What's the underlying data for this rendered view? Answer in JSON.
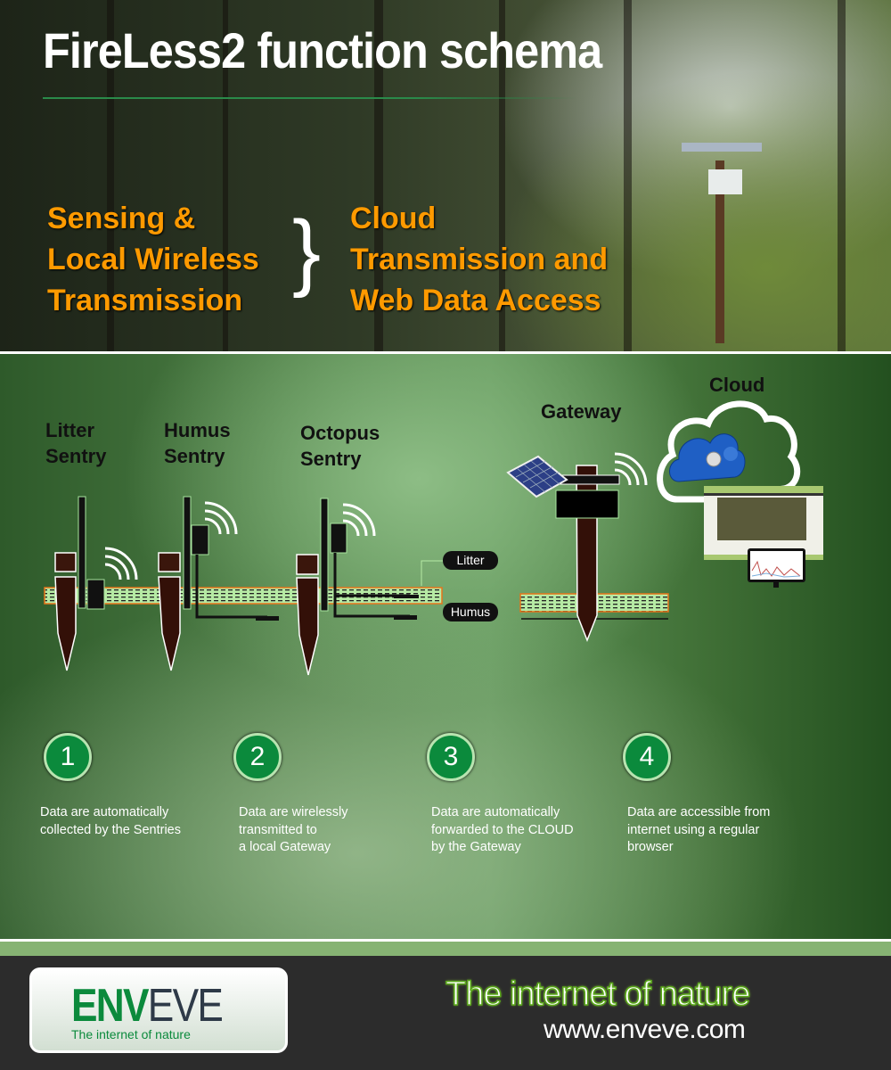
{
  "header": {
    "title": "FireLess2 function schema",
    "left_lines": [
      "Sensing &",
      "Local Wireless",
      "Transmission"
    ],
    "brace": "}",
    "right_lines": [
      "Cloud",
      "Transmission and",
      "Web Data Access"
    ]
  },
  "diagram": {
    "labels": {
      "litter_sentry": [
        "Litter",
        "Sentry"
      ],
      "humus_sentry": [
        "Humus",
        "Sentry"
      ],
      "octopus_sentry": [
        "Octopus",
        "Sentry"
      ],
      "gateway": "Gateway",
      "cloud": "Cloud"
    },
    "layer_tags": {
      "litter": "Litter",
      "humus": "Humus"
    }
  },
  "steps": [
    {
      "number": "1",
      "lines": [
        "Data are automatically",
        "collected by the Sentries"
      ]
    },
    {
      "number": "2",
      "lines": [
        "Data are wirelessly",
        "transmitted to",
        "a local Gateway"
      ]
    },
    {
      "number": "3",
      "lines": [
        "Data are automatically",
        "forwarded to the CLOUD",
        "by the Gateway"
      ]
    },
    {
      "number": "4",
      "lines": [
        "Data are accessible from",
        "internet using a regular",
        "browser"
      ]
    }
  ],
  "footer": {
    "logo": {
      "env": "ENV",
      "eve": "EVE",
      "tagline": "The internet of nature"
    },
    "slogan": "The internet of nature",
    "url": "www.enveve.com"
  },
  "colors": {
    "accent_orange": "#ff9a00",
    "brand_green": "#0b8a3c",
    "footer_bg": "#2c2c2c"
  }
}
